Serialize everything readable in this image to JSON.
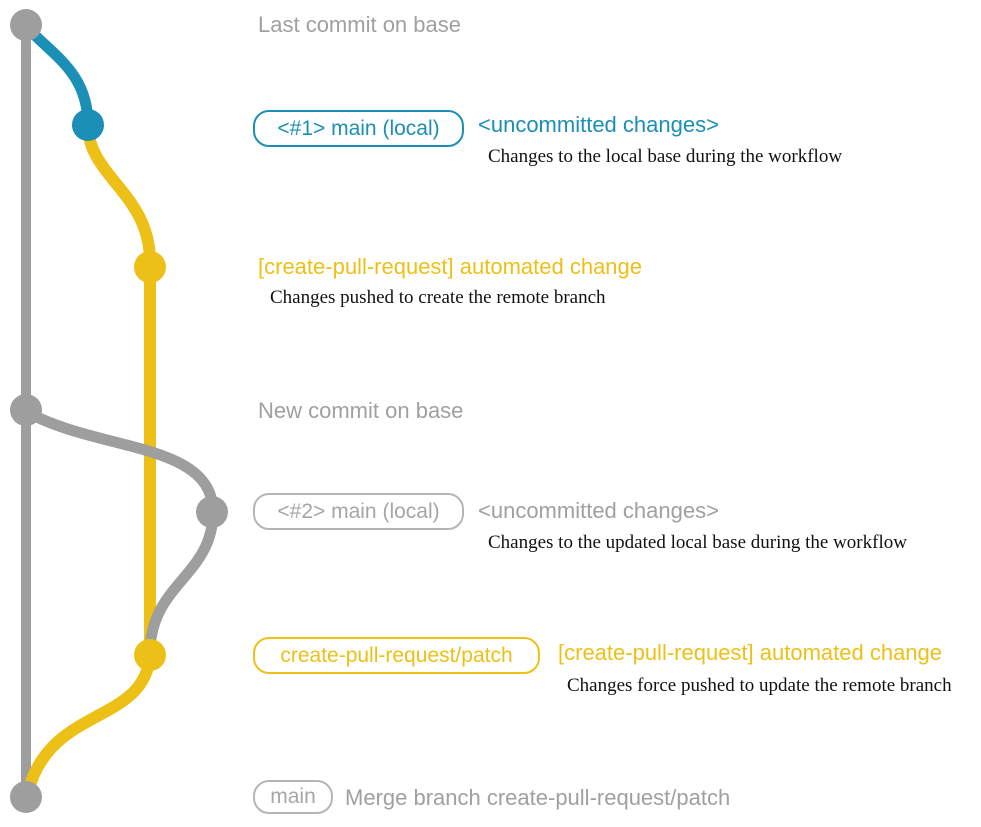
{
  "colors": {
    "base_gray": "#9e9e9e",
    "muted_gray_text": "#a0a0a0",
    "local_blue": "#1b8fb5",
    "remote_yellow": "#edc017",
    "note_black": "#111111",
    "background": "#ffffff"
  },
  "graph": {
    "type": "git-branch-diagram",
    "commit_dots": [
      {
        "name": "last-commit-on-base",
        "color": "gray"
      },
      {
        "name": "local-main-1",
        "color": "blue"
      },
      {
        "name": "remote-branch-created",
        "color": "yellow"
      },
      {
        "name": "new-commit-on-base",
        "color": "gray"
      },
      {
        "name": "local-main-2",
        "color": "gray"
      },
      {
        "name": "remote-branch-updated",
        "color": "yellow"
      },
      {
        "name": "merge-commit",
        "color": "gray"
      }
    ]
  },
  "rows": {
    "last_commit": {
      "message": "Last commit on base"
    },
    "local1": {
      "branch_label": "<#1> main (local)",
      "commit_message": "<uncommitted changes>",
      "note": "Changes to the local base during the workflow"
    },
    "remote1": {
      "commit_message": "[create-pull-request] automated change",
      "note": "Changes pushed to create the remote branch"
    },
    "new_commit": {
      "message": "New commit on base"
    },
    "local2": {
      "branch_label": "<#2> main (local)",
      "commit_message": "<uncommitted changes>",
      "note": "Changes to the updated local base during the workflow"
    },
    "remote2": {
      "branch_label": "create-pull-request/patch",
      "commit_message": "[create-pull-request] automated change",
      "note": "Changes force pushed to update the remote branch"
    },
    "merge": {
      "branch_label": "main",
      "commit_message": "Merge branch create-pull-request/patch"
    }
  }
}
